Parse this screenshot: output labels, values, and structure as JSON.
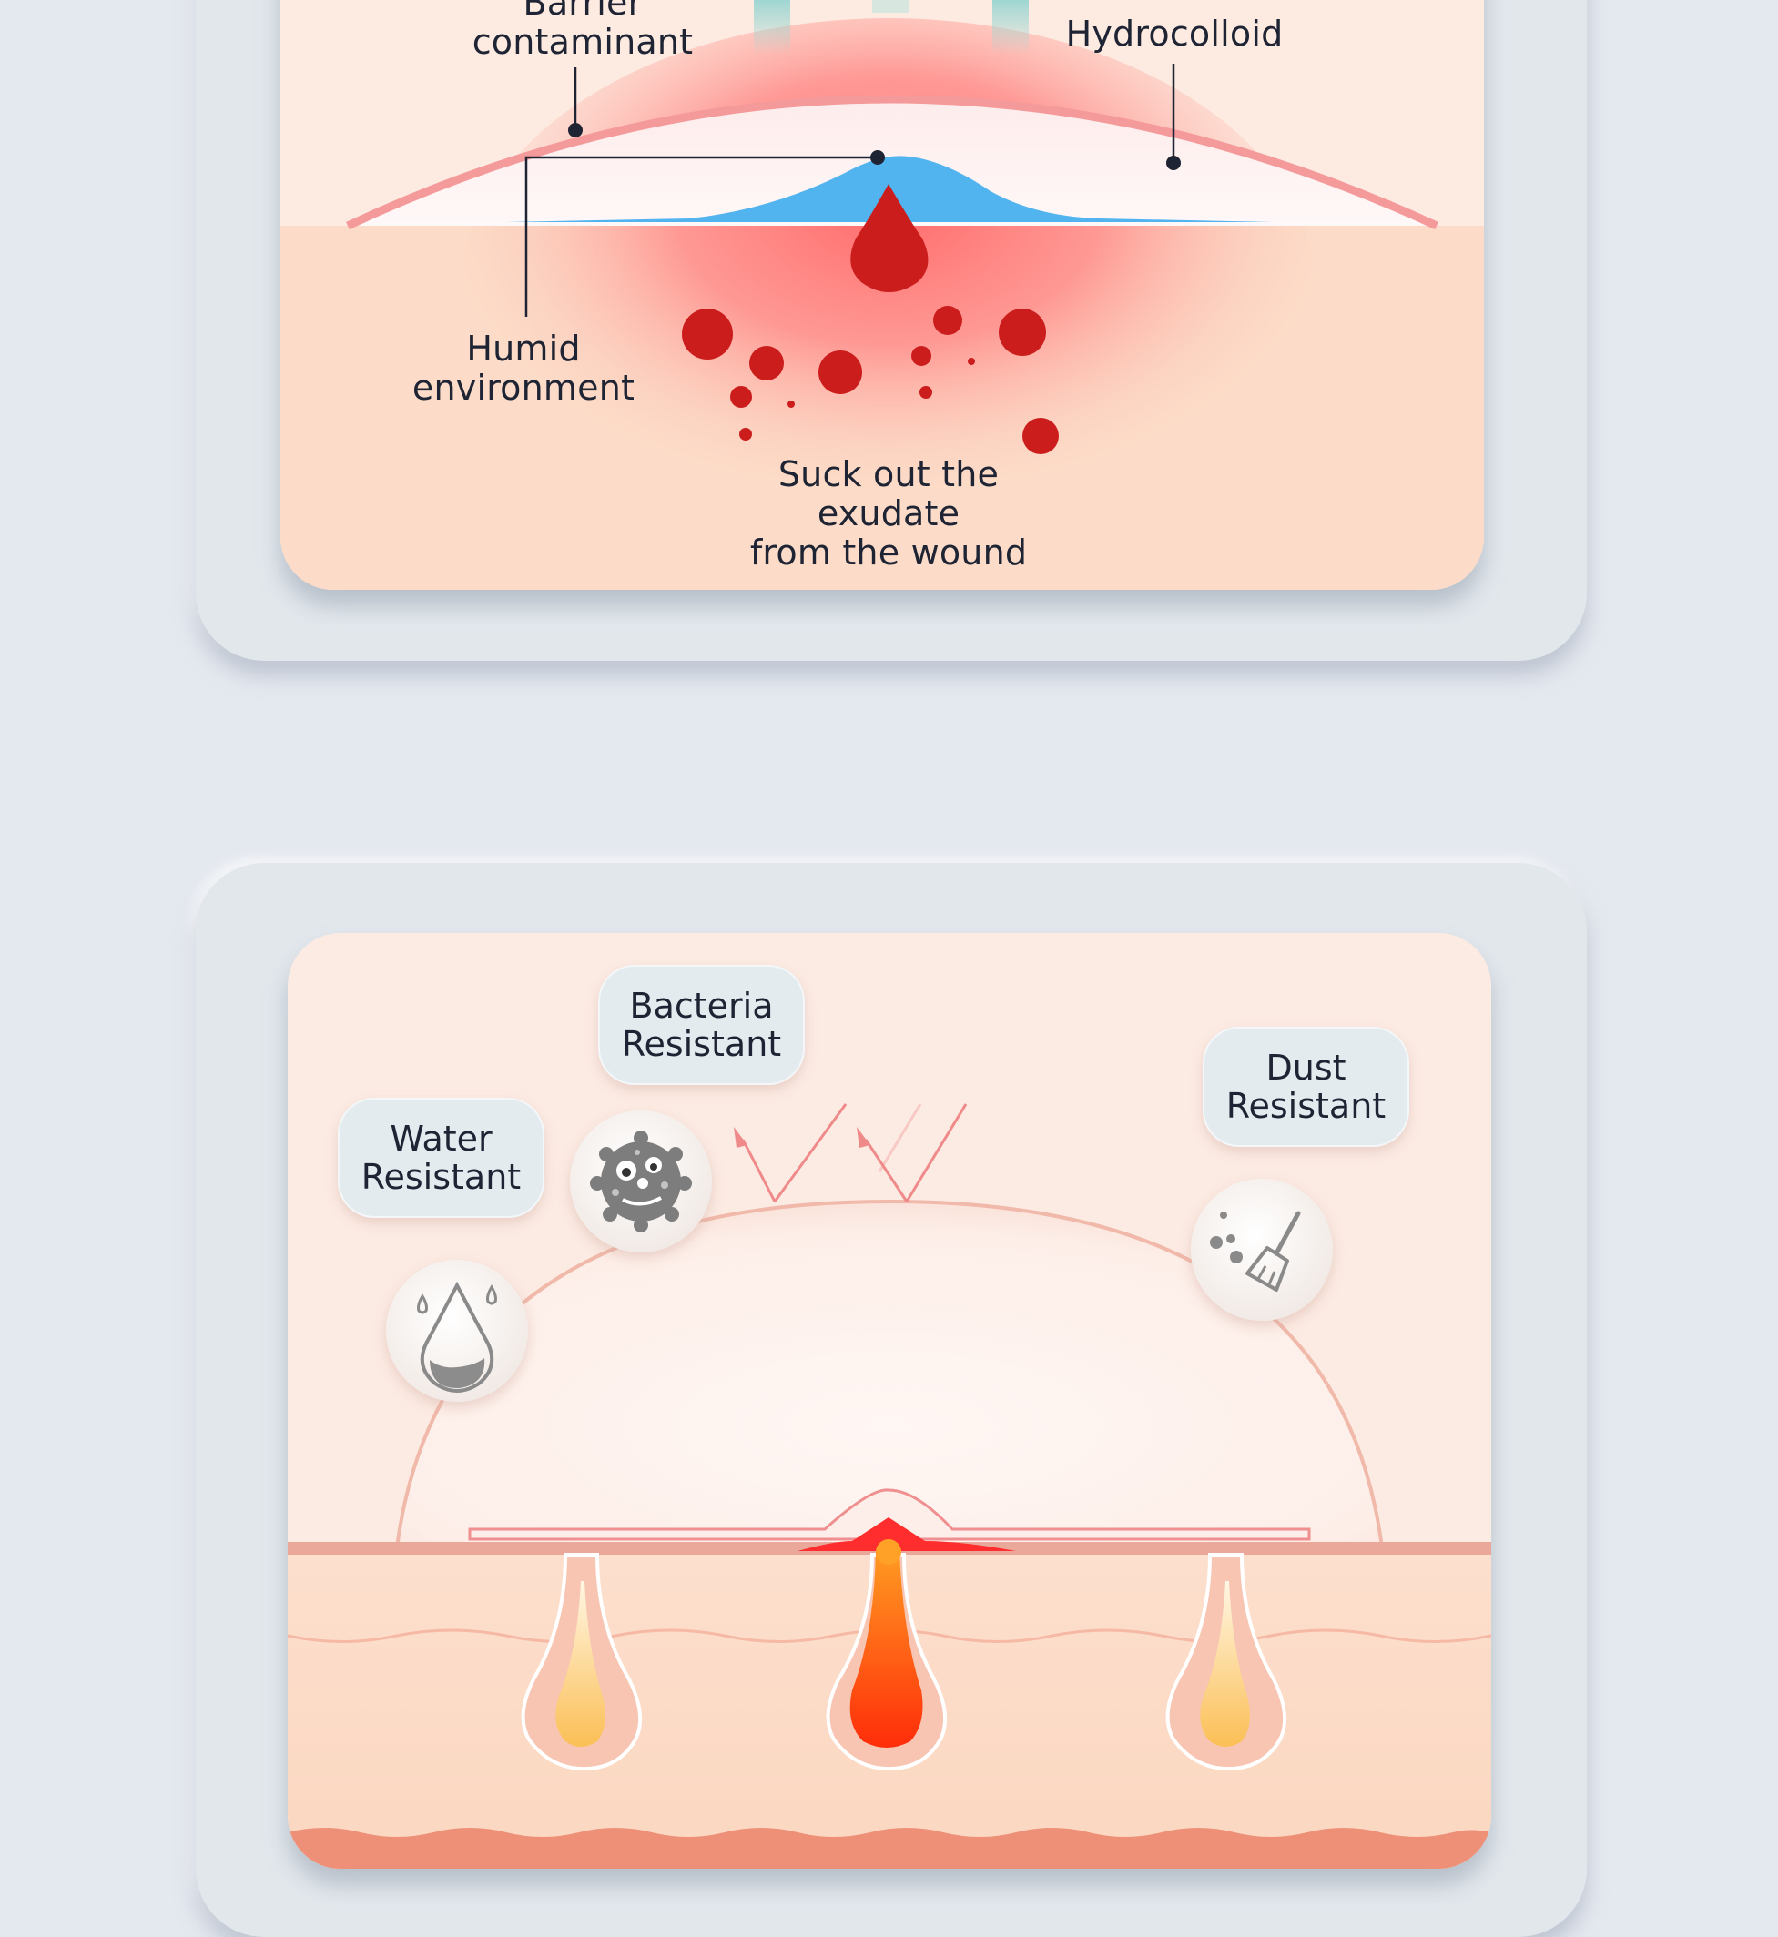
{
  "top_panel": {
    "labels": {
      "barrier": "Barrier\ncontaminant",
      "hydrocolloid": "Hydrocolloid",
      "humid": "Humid\nenvironment",
      "exudate": "Suck out the exudate\nfrom the wound"
    },
    "colors": {
      "skin": "#fcdcc8",
      "wound_glow": "#ff7373",
      "gel_layer": "#52b4ef",
      "outer_arc": "#f59a9a",
      "blood": "#cc1d1d"
    }
  },
  "bottom_panel": {
    "pills": {
      "water": "Water\nResistant",
      "bacteria": "Bacteria\nResistant",
      "dust": "Dust\nResistant"
    },
    "icons": [
      "water-drop-icon",
      "bacteria-icon",
      "broom-icon"
    ],
    "colors": {
      "panel_bg": "#fcebe3",
      "skin_band": "#fbdcc8",
      "dome": "#fdf3ef",
      "wound_core": "#ff3a12",
      "bottom_wave": "#ee8f78"
    }
  }
}
